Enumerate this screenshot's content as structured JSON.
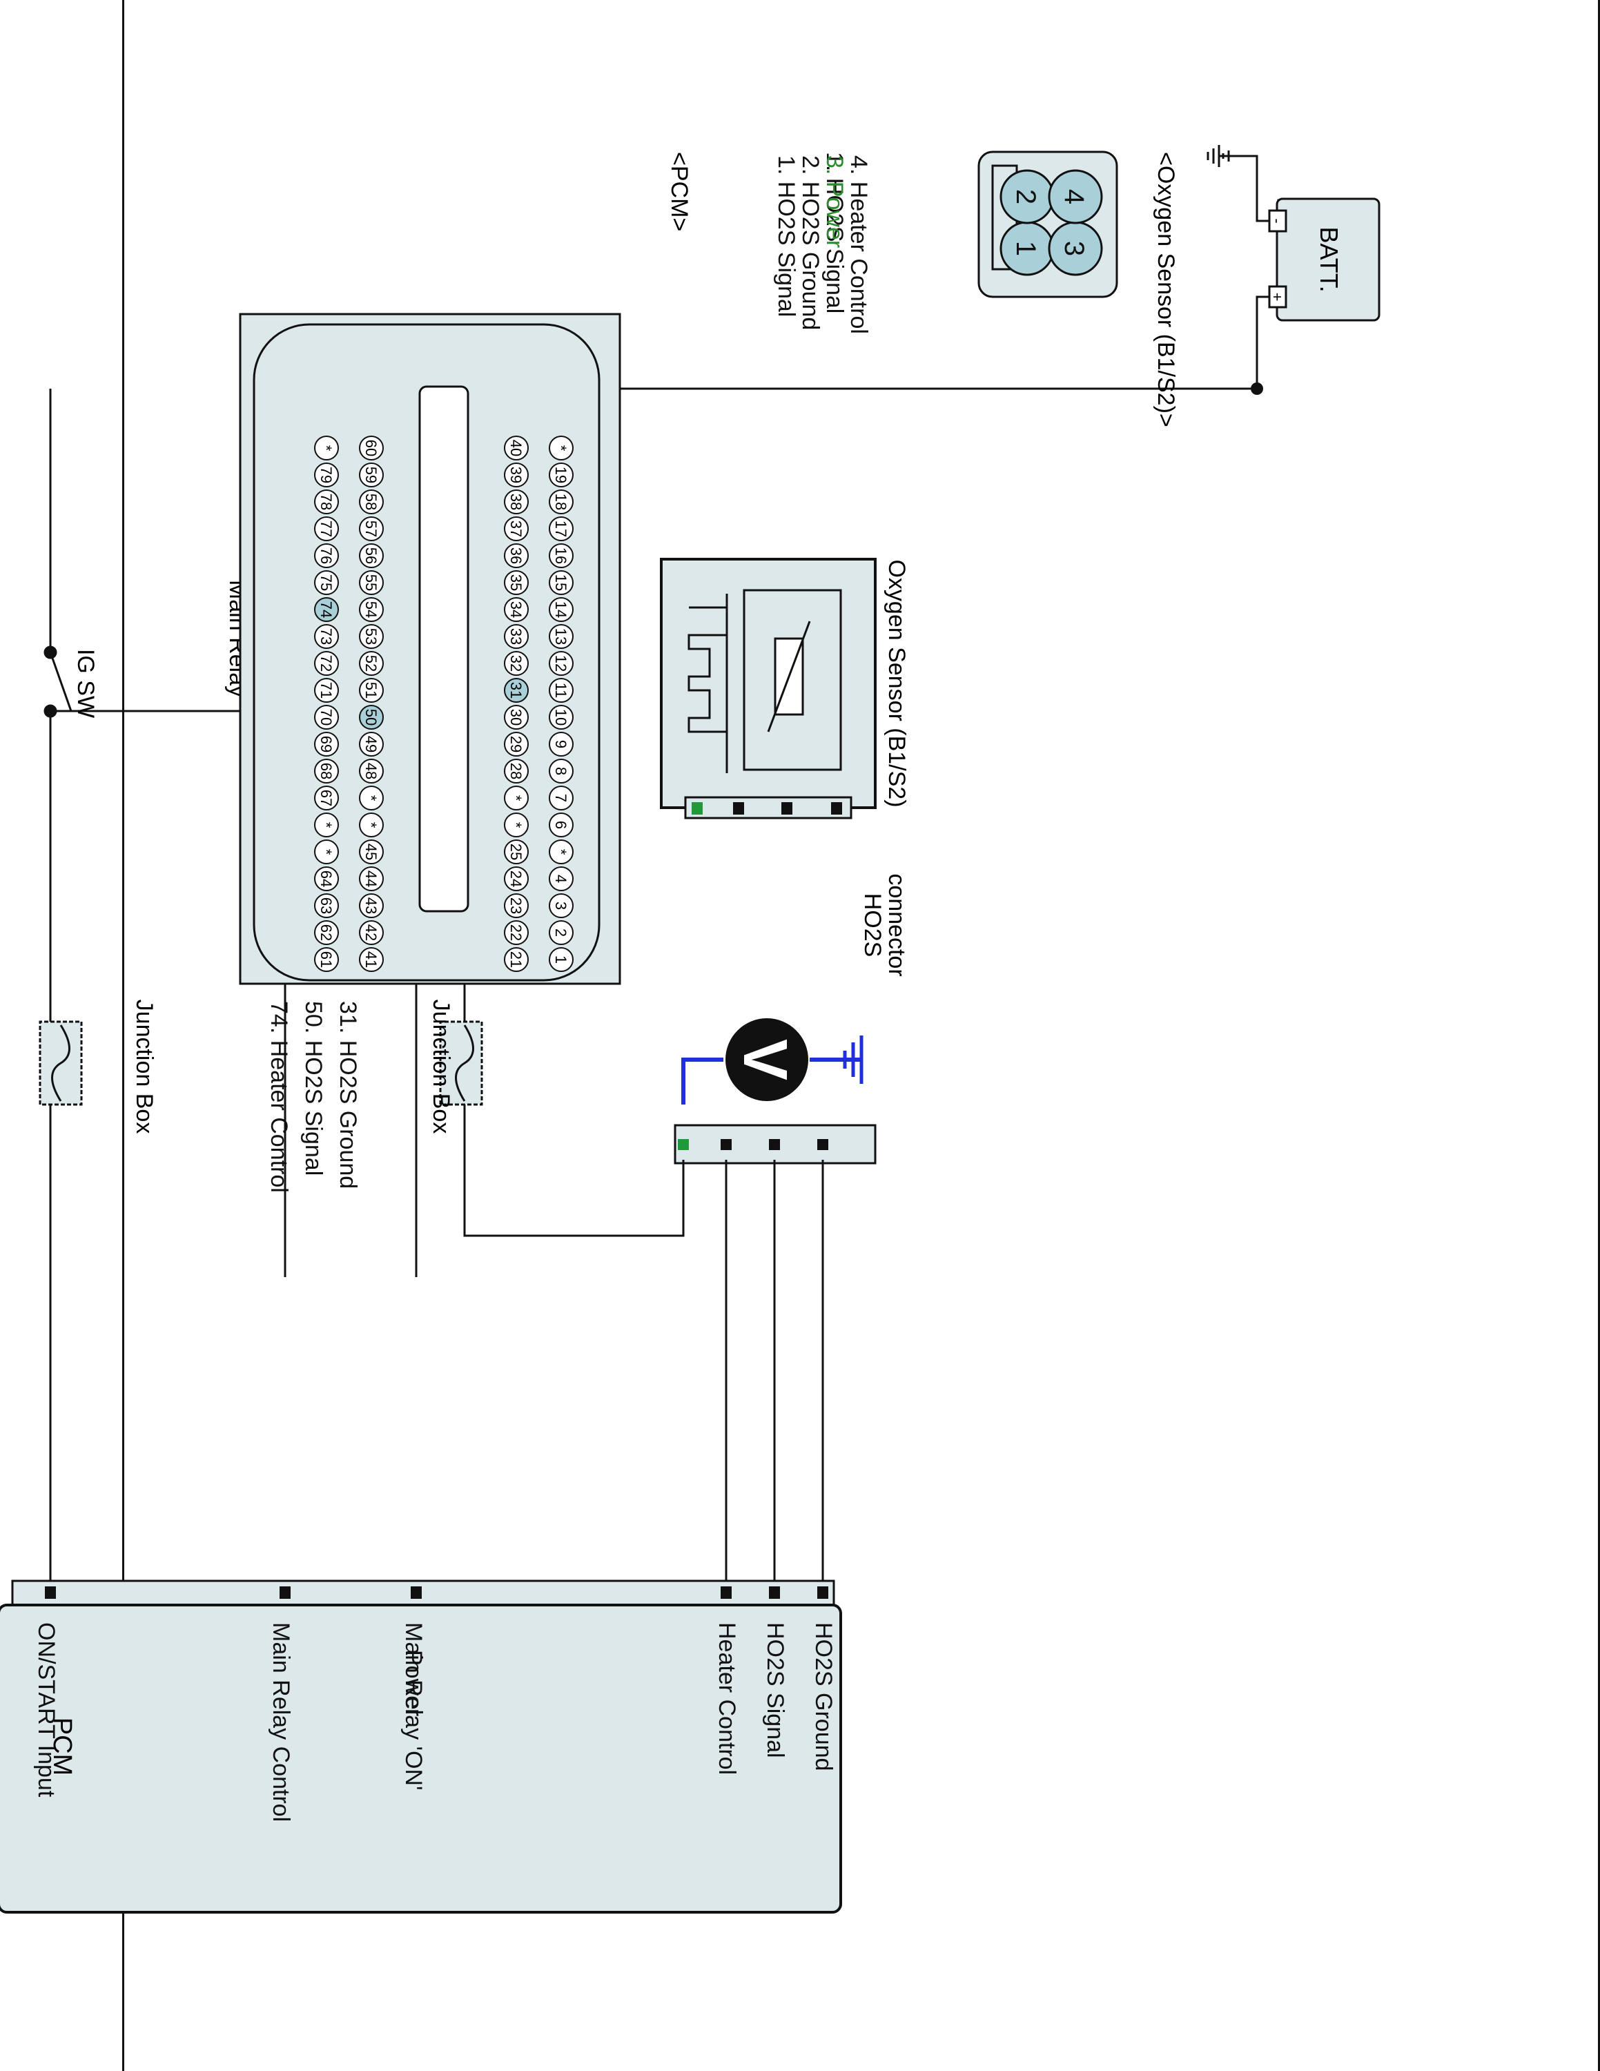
{
  "colors": {
    "wire": "#111111",
    "component_fill": "#dde8ea",
    "pin_highlight": "#a9cfd8",
    "power_text": "#2b8a2b",
    "power_pin": "#1e9a3a",
    "meter_lead": "#1f2fdc",
    "arrow": "#f07a1e"
  },
  "battery": {
    "label": "BATT.",
    "minus": "-",
    "plus": "+"
  },
  "ig_switch": {
    "label": "IG SW"
  },
  "main_relay": {
    "label": "Main Relay"
  },
  "junction_box_1": {
    "label": "Junction Box"
  },
  "junction_box_2": {
    "label": "Junction Box"
  },
  "pcm": {
    "title": "PCM",
    "pins": [
      "ON/START Input",
      "Main Relay Control",
      "Main Relay 'ON'",
      "Power",
      "Heater Control",
      "HO2S  Signal",
      "HO2S  Ground"
    ]
  },
  "oxygen_sensor": {
    "label": "Oxygen Sensor (B1/S2)"
  },
  "ho2s_connector": {
    "line1": "HO2S",
    "line2": "connector"
  },
  "voltmeter": {
    "symbol": "V",
    "icon": "voltmeter-icon"
  },
  "o2_connector_view": {
    "title": "<Oxygen Sensor (B1/S2)>",
    "pins": [
      "1",
      "2",
      "3",
      "4"
    ],
    "legend": [
      "1. HO2S  Signal",
      "2. HO2S  Ground",
      "3. Power",
      "4. Heater Control"
    ]
  },
  "pcm_connector_view": {
    "title": "<PCM>",
    "row1": [
      "1",
      "2",
      "3",
      "4",
      "*",
      "6",
      "7",
      "8",
      "9",
      "10",
      "11",
      "12",
      "13",
      "14",
      "15",
      "16",
      "17",
      "18",
      "19",
      "*"
    ],
    "row2": [
      "21",
      "22",
      "23",
      "24",
      "25",
      "*",
      "*",
      "28",
      "29",
      "30",
      "31",
      "32",
      "33",
      "34",
      "35",
      "36",
      "37",
      "38",
      "39",
      "40"
    ],
    "row3": [
      "41",
      "42",
      "43",
      "44",
      "45",
      "*",
      "*",
      "48",
      "49",
      "50",
      "51",
      "52",
      "53",
      "54",
      "55",
      "56",
      "57",
      "58",
      "59",
      "60"
    ],
    "row4": [
      "61",
      "62",
      "63",
      "64",
      "*",
      "*",
      "67",
      "68",
      "69",
      "70",
      "71",
      "72",
      "73",
      "74",
      "75",
      "76",
      "77",
      "78",
      "79",
      "*"
    ],
    "highlighted": [
      "31",
      "50",
      "74"
    ],
    "legend": [
      "31. HO2S  Ground",
      "50. HO2S  Signal",
      "74. Heater Control"
    ]
  }
}
